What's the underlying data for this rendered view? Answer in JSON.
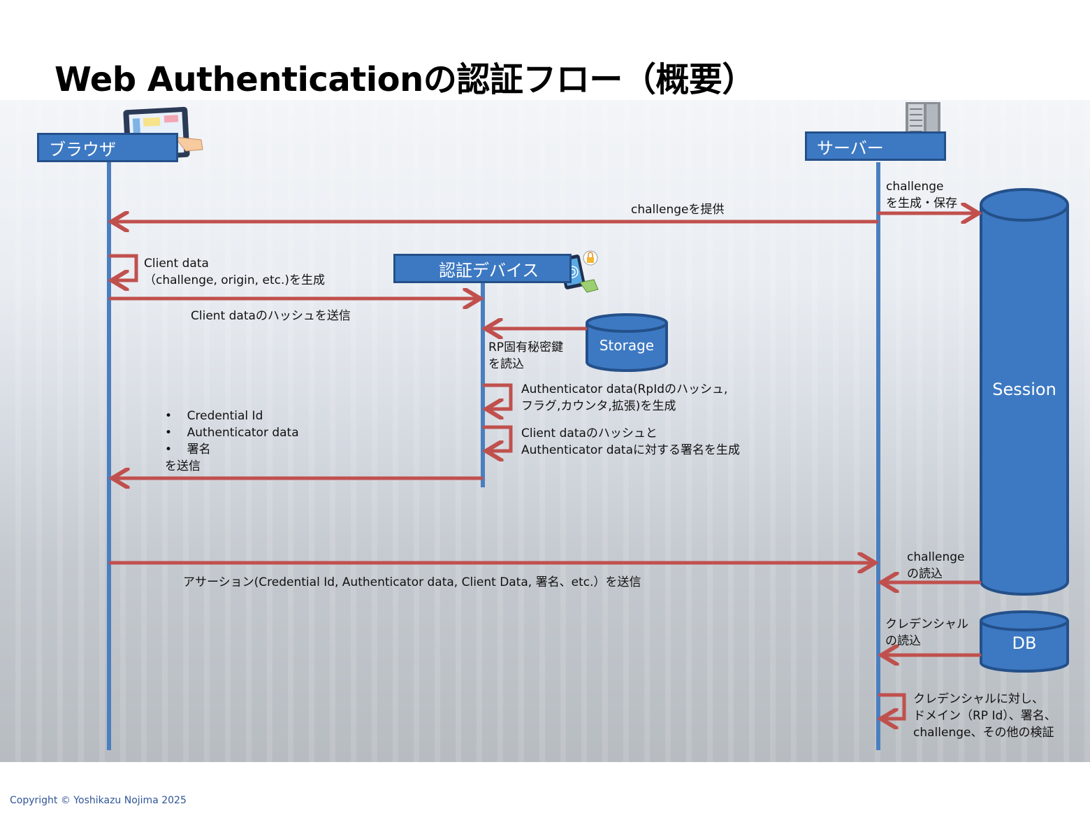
{
  "title": "Web Authenticationの認証フロー（概要）",
  "actors": {
    "browser": "ブラウザ",
    "server": "サーバー",
    "device": "認証デバイス"
  },
  "stores": {
    "session": "Session",
    "storage": "Storage",
    "db": "DB"
  },
  "messages": {
    "challenge_gen_1": "challenge",
    "challenge_gen_2": "を生成・保存",
    "provide_challenge": "challengeを提供",
    "client_data_1": "Client data",
    "client_data_2": "（challenge, origin, etc.)を生成",
    "send_hash": "Client dataのハッシュを送信",
    "read_key_1": "RP固有秘密鍵",
    "read_key_2": "を読込",
    "auth_data_1": "Authenticator data(RpIdのハッシュ,",
    "auth_data_2": "フラグ,カウンタ,拡張)を生成",
    "sign_1": "Client dataのハッシュと",
    "sign_2": "Authenticator dataに対する署名を生成",
    "result_items": [
      "Credential Id",
      "Authenticator data",
      "署名"
    ],
    "result_send": "を送信",
    "assertion": "アサーション(Credential Id, Authenticator data, Client Data, 署名、etc.）を送信",
    "read_challenge_1": "challenge",
    "read_challenge_2": "の読込",
    "read_cred_1": "クレデンシャル",
    "read_cred_2": "の読込",
    "verify_1": "クレデンシャルに対し、",
    "verify_2": "ドメイン（RP Id）、署名、",
    "verify_3": "challenge、その他の検証"
  },
  "colors": {
    "lifeline": "#4a7ebf",
    "arrow": "#c0504d",
    "actor_fill": "#3d79c2",
    "actor_border": "#24508a"
  },
  "copyright": "Copyright © Yoshikazu Nojima 2025"
}
